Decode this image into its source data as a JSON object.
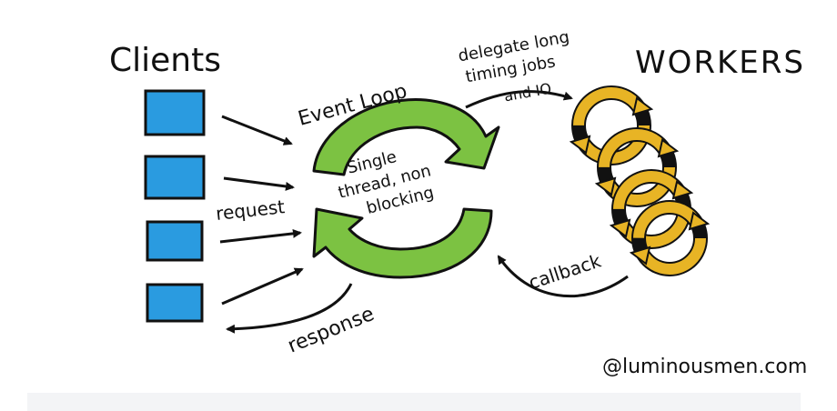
{
  "diagram": {
    "clients_title": "Clients",
    "workers_title": "WORKERS",
    "event_loop_label": "Event Loop",
    "center_text": [
      "Single",
      "thread, non",
      "blocking"
    ],
    "delegate_text": [
      "delegate long",
      "timing jobs",
      "and IO"
    ],
    "request_label": "request",
    "response_label": "response",
    "callback_label": "callback",
    "credit": "@luminousmen.com",
    "client_count": 4,
    "worker_count": 4
  },
  "colors": {
    "client_fill": "#2a9be0",
    "loop_green": "#7cc242",
    "worker_gold": "#e8b425",
    "ink": "#111111"
  },
  "icons": {
    "client": "client-box-icon",
    "worker": "worker-cycle-icon",
    "arrow": "arrow-icon"
  }
}
